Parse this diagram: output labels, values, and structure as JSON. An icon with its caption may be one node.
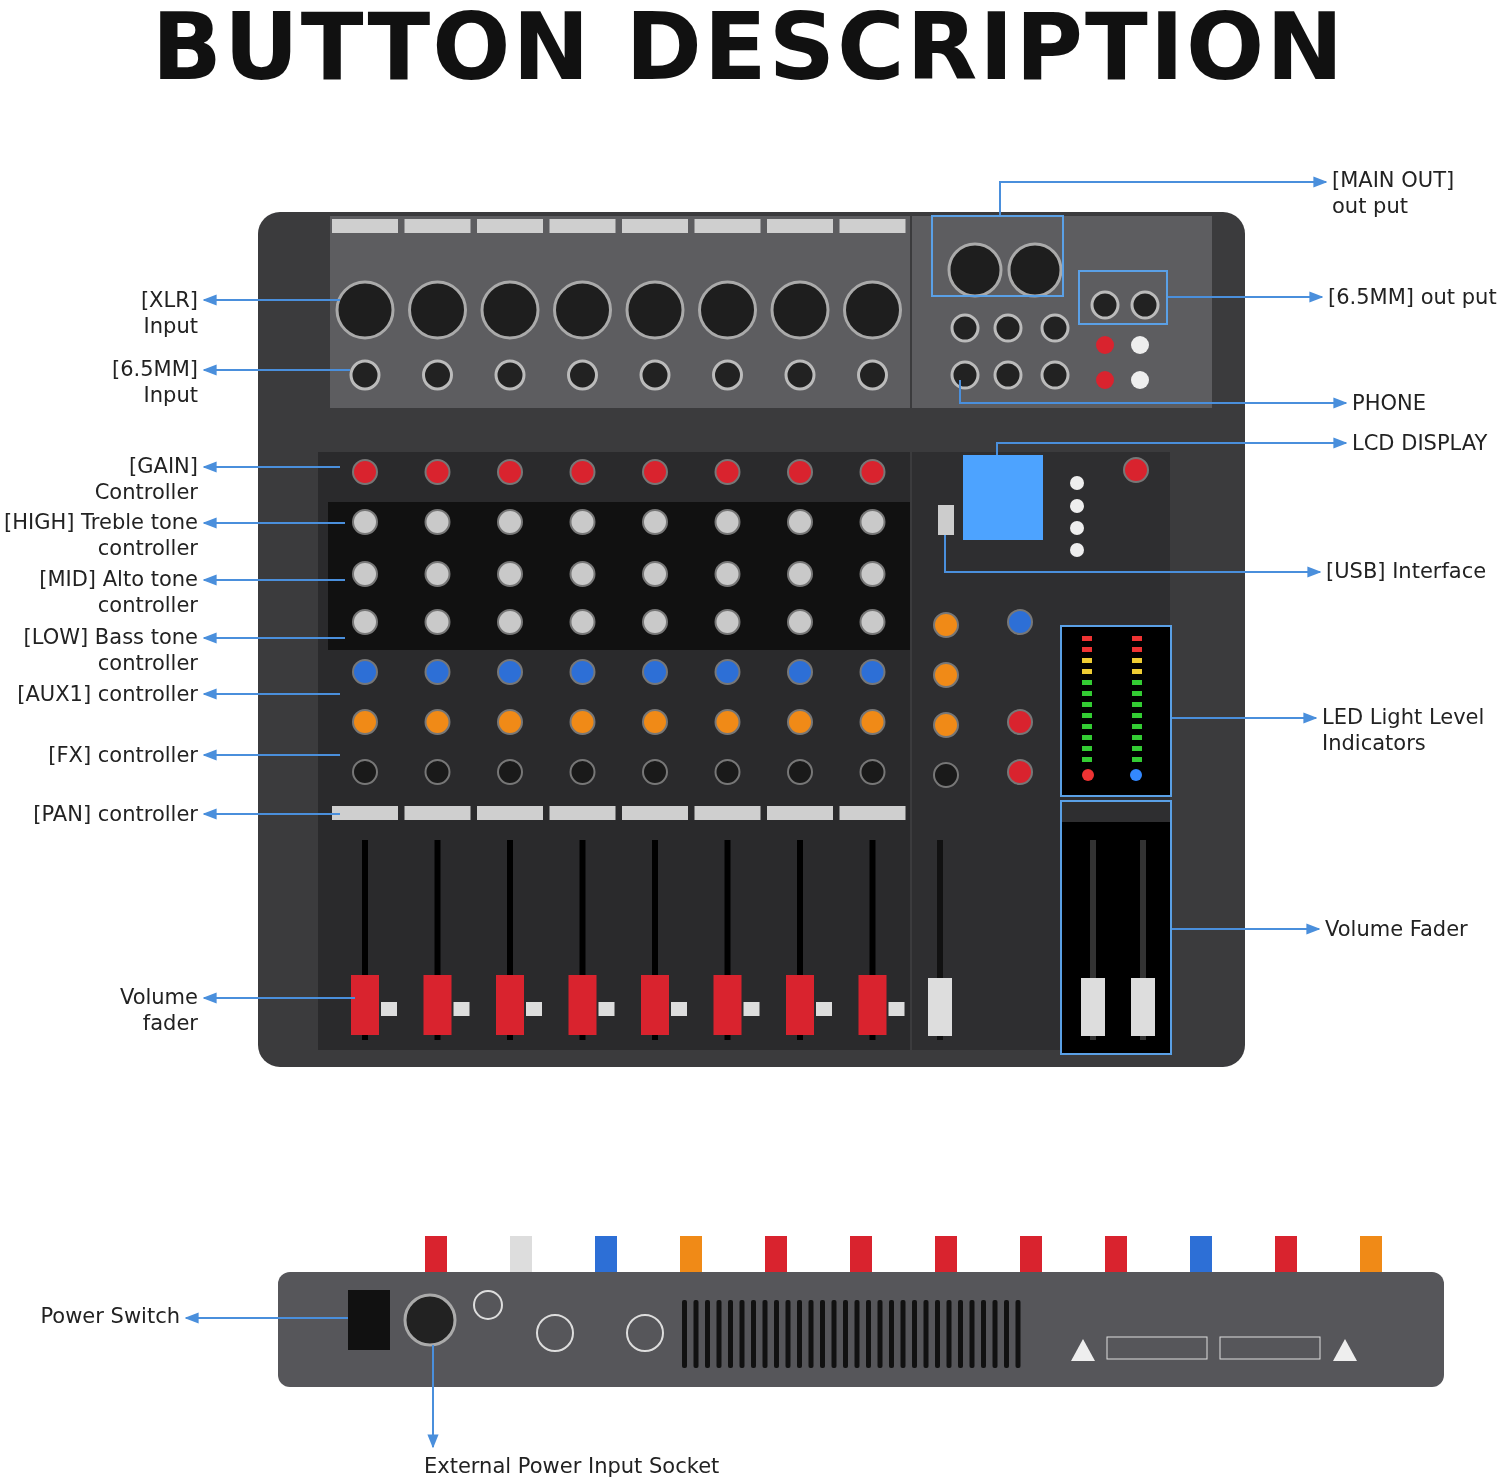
{
  "diagram": {
    "title": "BUTTON DESCRIPTION",
    "nodes": [
      {
        "text": [
          "[XLR] Input"
        ]
      },
      {
        "text": [
          "[6.5MM] Input"
        ]
      },
      {
        "text": [
          "[GAIN] Controller"
        ]
      },
      {
        "text": [
          "[HIGH] Treble tone controller"
        ]
      },
      {
        "text": [
          "[MID] Alto tone controller"
        ]
      },
      {
        "text": [
          "[LOW] Bass tone controller"
        ]
      },
      {
        "text": [
          "[AUX1] controller"
        ]
      },
      {
        "text": [
          "[FX] controller"
        ]
      },
      {
        "text": [
          "[PAN] controller"
        ]
      },
      {
        "text": [
          "Volume fader"
        ]
      },
      {
        "text": [
          "[MAIN OUT] out put"
        ]
      },
      {
        "text": [
          "[6.5MM] out put"
        ]
      },
      {
        "text": [
          "PHONE"
        ]
      },
      {
        "text": [
          "LCD DISPLAY"
        ]
      },
      {
        "text": [
          "[USB] Interface"
        ]
      },
      {
        "text": [
          "LED Light Level Indicators"
        ]
      },
      {
        "text": [
          "Volume Fader"
        ]
      },
      {
        "text": [
          "Power Switch"
        ]
      },
      {
        "text": [
          "External Power Input Socket"
        ]
      },
      {
        "text": [],
        "shape": "box"
      },
      {
        "text": [],
        "shape": "box"
      },
      {
        "text": [],
        "shape": "box"
      },
      {
        "text": [],
        "shape": "box"
      }
    ],
    "edges": [
      {
        "from": null,
        "to": 0,
        "arrow": "to"
      },
      {
        "from": null,
        "to": 1,
        "arrow": "to"
      },
      {
        "from": null,
        "to": 2,
        "arrow": "to"
      },
      {
        "from": null,
        "to": 3,
        "arrow": "to"
      },
      {
        "from": null,
        "to": 4,
        "arrow": "to"
      },
      {
        "from": null,
        "to": 5,
        "arrow": "to"
      },
      {
        "from": null,
        "to": 6,
        "arrow": "to"
      },
      {
        "from": null,
        "to": 7,
        "arrow": "to"
      },
      {
        "from": null,
        "to": 8,
        "arrow": "to"
      },
      {
        "from": null,
        "to": 9,
        "arrow": "to"
      },
      {
        "from": 19,
        "to": 10,
        "arrow": "to"
      },
      {
        "from": 20,
        "to": 11,
        "arrow": "to"
      },
      {
        "from": null,
        "to": 12,
        "arrow": "to"
      },
      {
        "from": null,
        "to": 13,
        "arrow": "to"
      },
      {
        "from": null,
        "to": 14,
        "arrow": "to"
      },
      {
        "from": 21,
        "to": 15,
        "arrow": "to"
      },
      {
        "from": 22,
        "to": 16,
        "arrow": "to"
      },
      {
        "from": null,
        "to": 17,
        "arrow": "to"
      },
      {
        "from": null,
        "to": 18,
        "arrow": "to"
      }
    ]
  }
}
